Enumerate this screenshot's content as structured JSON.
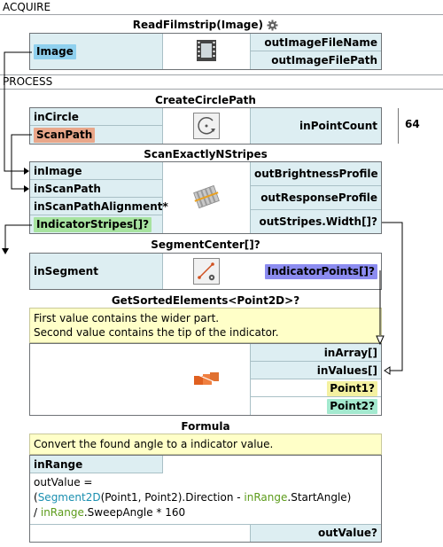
{
  "sections": {
    "acquire": "ACQUIRE",
    "process": "PROCESS"
  },
  "colors": {
    "input_panel": "#ddeef2",
    "tag_blue": "#8fd0ee",
    "tag_orange": "#e9a78a",
    "tag_green": "#a7e3a0",
    "tag_purple": "#8c8cf0",
    "tag_yellow": "#f4f1a1",
    "tag_teal": "#a4e9cf",
    "comment": "#ffffc8"
  },
  "read_filmstrip": {
    "title": "ReadFilmstrip(Image)",
    "icon": "filmstrip-icon",
    "input_image": "Image",
    "out_file_name": "outImageFileName",
    "out_file_path": "outImageFilePath"
  },
  "create_circle_path": {
    "title": "CreateCirclePath",
    "icon": "circle-path-icon",
    "in_circle": "inCircle",
    "scan_path": "ScanPath",
    "in_point_count": "inPointCount",
    "point_count_value": "64"
  },
  "scan_exactly_n_stripes": {
    "title": "ScanExactlyNStripes",
    "icon": "stripes-icon",
    "in_image": "inImage",
    "in_scan_path": "inScanPath",
    "in_scan_path_alignment": "inScanPathAlignment*",
    "indicator_stripes": "IndicatorStripes[]?",
    "out_brightness": "outBrightnessProfile",
    "out_response": "outResponseProfile",
    "out_stripes_width": "outStripes.Width[]?"
  },
  "segment_center": {
    "title": "SegmentCenter[]?",
    "icon": "segment-icon",
    "in_segment": "inSegment",
    "indicator_points": "IndicatorPoints[]?"
  },
  "get_sorted_elements": {
    "title": "GetSortedElements<Point2D>?",
    "comment_line1": "First value contains the wider part.",
    "comment_line2": "Second value contains the tip of the indicator.",
    "icon": "sort-icon",
    "in_array": "inArray[]",
    "in_values": "inValues[]",
    "point1": "Point1?",
    "point2": "Point2?"
  },
  "formula": {
    "title": "Formula",
    "comment": "Convert the found angle to a indicator value.",
    "in_range": "inRange",
    "code": {
      "l1": "outValue =",
      "l2_open": "(",
      "l2_type": "Segment2D",
      "l2_mid": "(Point1, Point2).Direction - ",
      "l2_var": "inRange",
      "l2_end": ".StartAngle)",
      "l3_start": "/ ",
      "l3_var": "inRange",
      "l3_end": ".SweepAngle * 160"
    },
    "out_value": "outValue?"
  }
}
